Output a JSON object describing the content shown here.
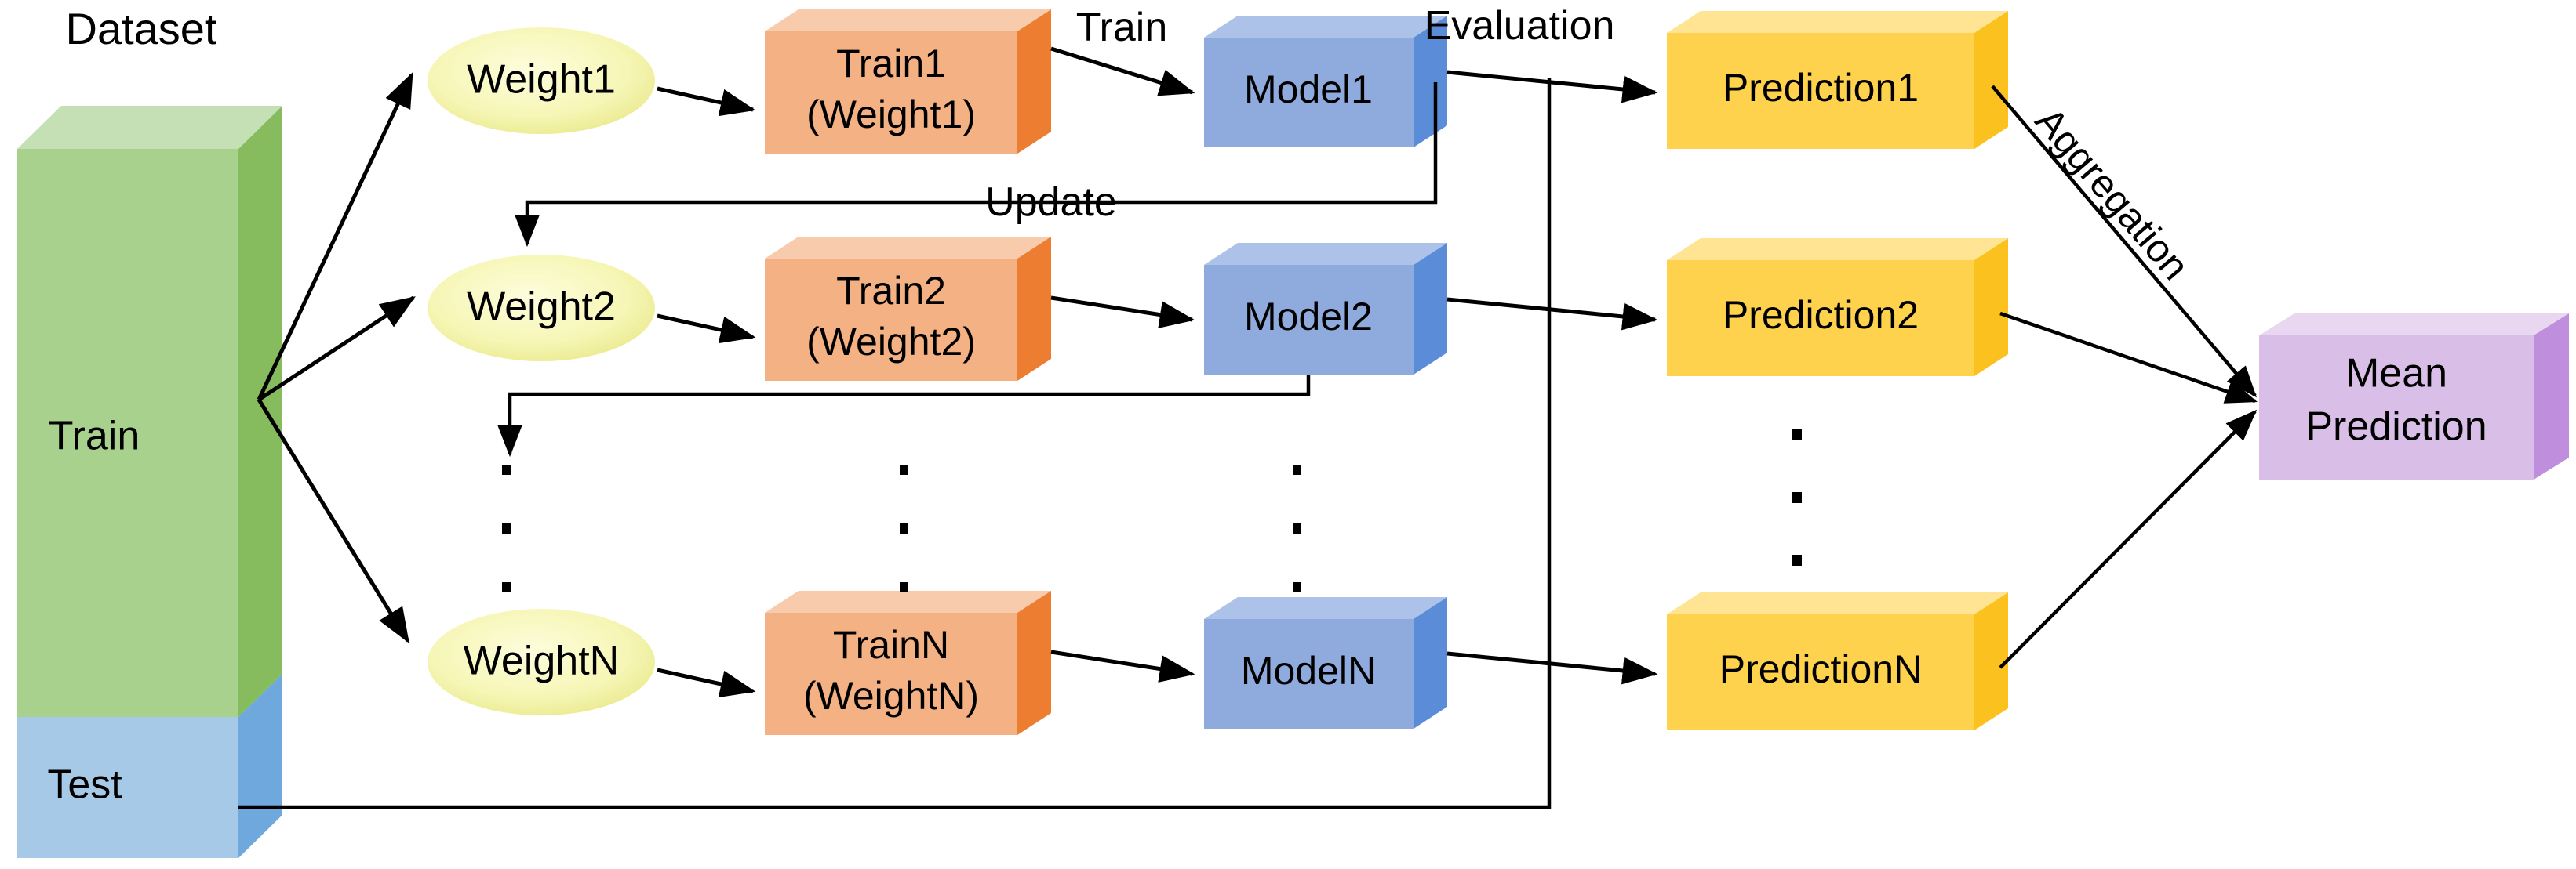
{
  "diagram": {
    "title_label": "Dataset",
    "dataset": {
      "train_label": "Train",
      "test_label": "Test",
      "train_color": "#a9d18e",
      "train_side_color": "#7fbe5a",
      "train_top_color": "#c5e0b4",
      "test_color": "#a6c9e8",
      "test_side_color": "#6ea8dc"
    },
    "weights": [
      {
        "label": "Weight1"
      },
      {
        "label": "Weight2"
      },
      {
        "label": "WeightN"
      }
    ],
    "weight_color": "#f2f2a8",
    "weight_highlight_color": "#fbfbd8",
    "trains": [
      {
        "line1": "Train1",
        "line2": "(Weight1)"
      },
      {
        "line1": "Train2",
        "line2": "(Weight2)"
      },
      {
        "line1": "TrainN",
        "line2": "(WeightN)"
      }
    ],
    "train_color": "#f4b183",
    "train_side_color": "#ed7d31",
    "train_top_color": "#f8cbad",
    "models": [
      {
        "label": "Model1"
      },
      {
        "label": "Model2"
      },
      {
        "label": "ModelN"
      }
    ],
    "model_color": "#8faadc",
    "model_side_color": "#5b8cd8",
    "model_top_color": "#adc2e8",
    "predictions": [
      {
        "label": "Prediction1"
      },
      {
        "label": "Prediction2"
      },
      {
        "label": "PredictionN"
      }
    ],
    "prediction_color": "#ffd24d",
    "prediction_side_color": "#fbc21f",
    "prediction_top_color": "#ffe493",
    "mean_prediction": {
      "line1": "Mean",
      "line2": "Prediction",
      "color": "#d9bfe8",
      "side_color": "#bf8fdd",
      "top_color": "#e9d7f2"
    },
    "edge_labels": {
      "train": "Train",
      "evaluation": "Evaluation",
      "update": "Update",
      "aggregation": "Aggregation"
    },
    "ellipsis_glyph": "·"
  }
}
